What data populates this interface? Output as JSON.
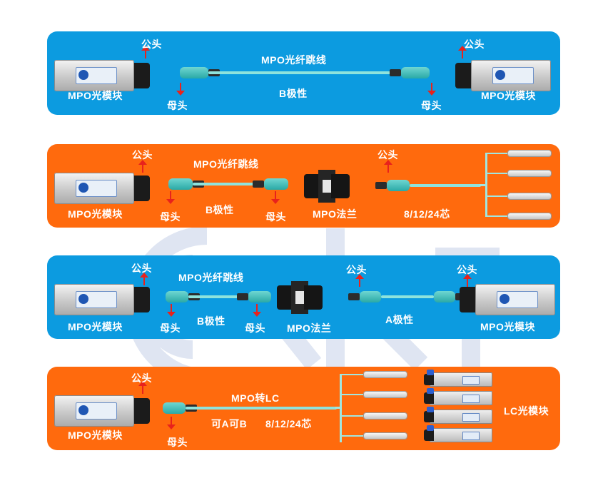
{
  "colors": {
    "blue_panel": "#0c9be0",
    "orange_panel": "#ff6a0d",
    "arrow": "#e8221c",
    "cable": "#8fe3dc",
    "connector": "#2aa9a6"
  },
  "panel1": {
    "module_left": "MPO光模块",
    "module_right": "MPO光模块",
    "male_left": "公头",
    "male_right": "公头",
    "cable_title": "MPO光纤跳线",
    "polarity": "B极性",
    "female_left": "母头",
    "female_right": "母头"
  },
  "panel2": {
    "module": "MPO光模块",
    "male_1": "公头",
    "cable_title": "MPO光纤跳线",
    "female_1": "母头",
    "polarity": "B极性",
    "female_2": "母头",
    "flange": "MPO法兰",
    "male_2": "公头",
    "fiber_count": "8/12/24芯"
  },
  "panel3": {
    "module_left": "MPO光模块",
    "male_1": "公头",
    "cable_title": "MPO光纤跳线",
    "female_1": "母头",
    "polarity_b": "B极性",
    "female_2": "母头",
    "flange": "MPO法兰",
    "male_2": "公头",
    "polarity_a": "A极性",
    "male_3": "公头",
    "module_right": "MPO光模块"
  },
  "panel4": {
    "module": "MPO光模块",
    "male": "公头",
    "female": "母头",
    "cable_title": "MPO转LC",
    "polarity_note": "可A可B",
    "fiber_count": "8/12/24芯",
    "lc_module": "LC光模块"
  }
}
